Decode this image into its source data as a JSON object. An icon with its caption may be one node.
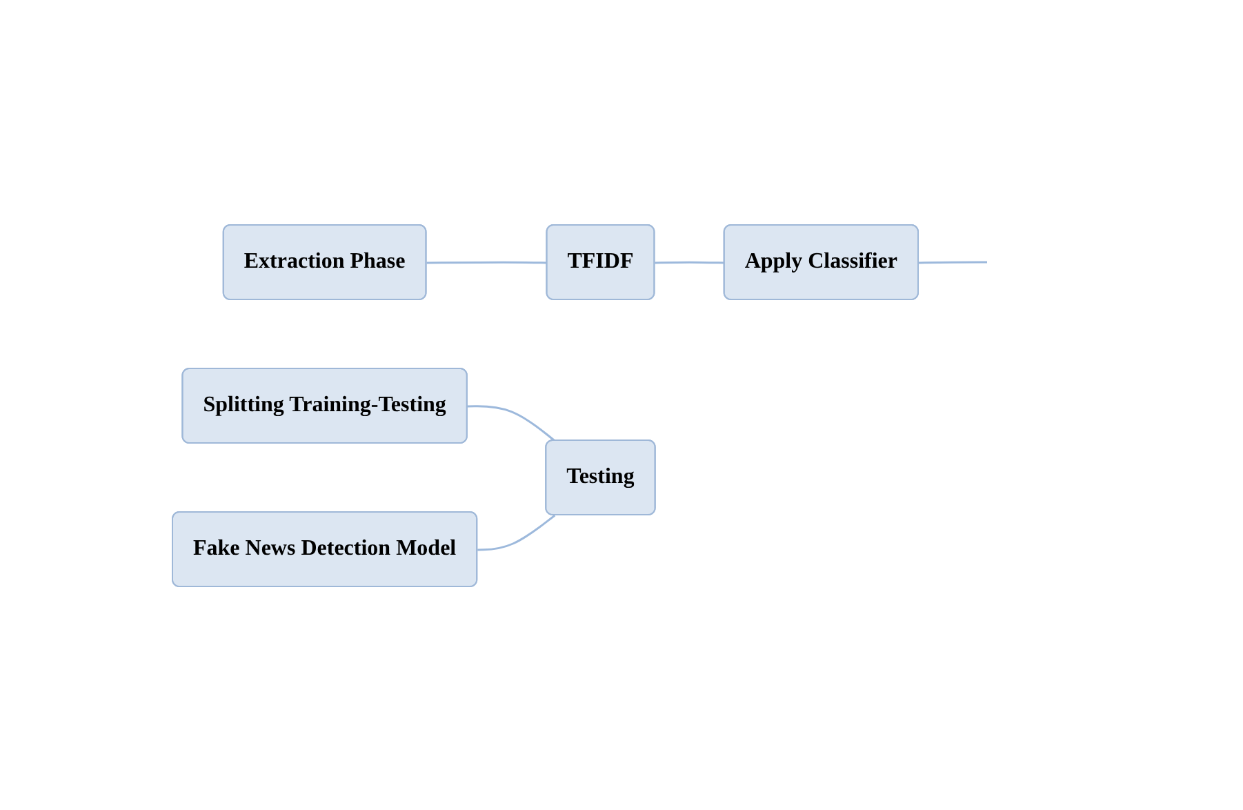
{
  "diagram": {
    "nodes": [
      {
        "text": [
          "Extraction Phase"
        ]
      },
      {
        "text": [
          "TFIDF"
        ]
      },
      {
        "text": [
          "Splitting Training-Testing"
        ]
      },
      {
        "text": [
          "Apply Classifier"
        ]
      },
      {
        "text": [
          "Fake News Detection Model"
        ]
      },
      {
        "text": [
          "Testing"
        ]
      }
    ],
    "edges": [
      {
        "from": 0,
        "to": 1,
        "arrow": "none"
      },
      {
        "from": 1,
        "to": 3,
        "arrow": "none"
      },
      {
        "from": 2,
        "to": 5,
        "arrow": "none"
      },
      {
        "from": 4,
        "to": 5,
        "arrow": "none"
      },
      {
        "from": 3,
        "to": null,
        "arrow": "none"
      }
    ]
  }
}
